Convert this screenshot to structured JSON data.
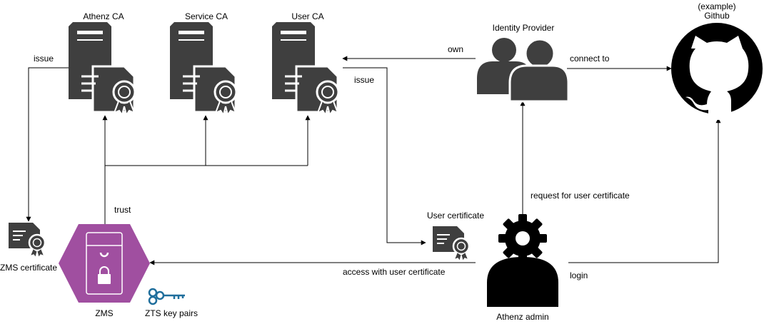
{
  "nodes": {
    "athenz_ca": "Athenz CA",
    "service_ca": "Service CA",
    "user_ca": "User CA",
    "identity_provider": "Identity Provider",
    "github_line1": "(example)",
    "github_line2": "Github",
    "zms_certificate": "ZMS certificate",
    "zms": "ZMS",
    "zts_key_pairs": "ZTS key pairs",
    "user_certificate": "User certificate",
    "athenz_admin": "Athenz admin"
  },
  "edges": {
    "issue_zms": "issue",
    "issue_user": "issue",
    "own": "own",
    "connect_to": "connect to",
    "trust": "trust",
    "request_user_cert": "request for user certificate",
    "access_with_user_cert": "access with user certificate",
    "login": "login"
  },
  "colors": {
    "icon_dark": "#3f3f3f",
    "zms_purple": "#a04fa0",
    "key_blue": "#1f6e9c",
    "black": "#000000"
  }
}
